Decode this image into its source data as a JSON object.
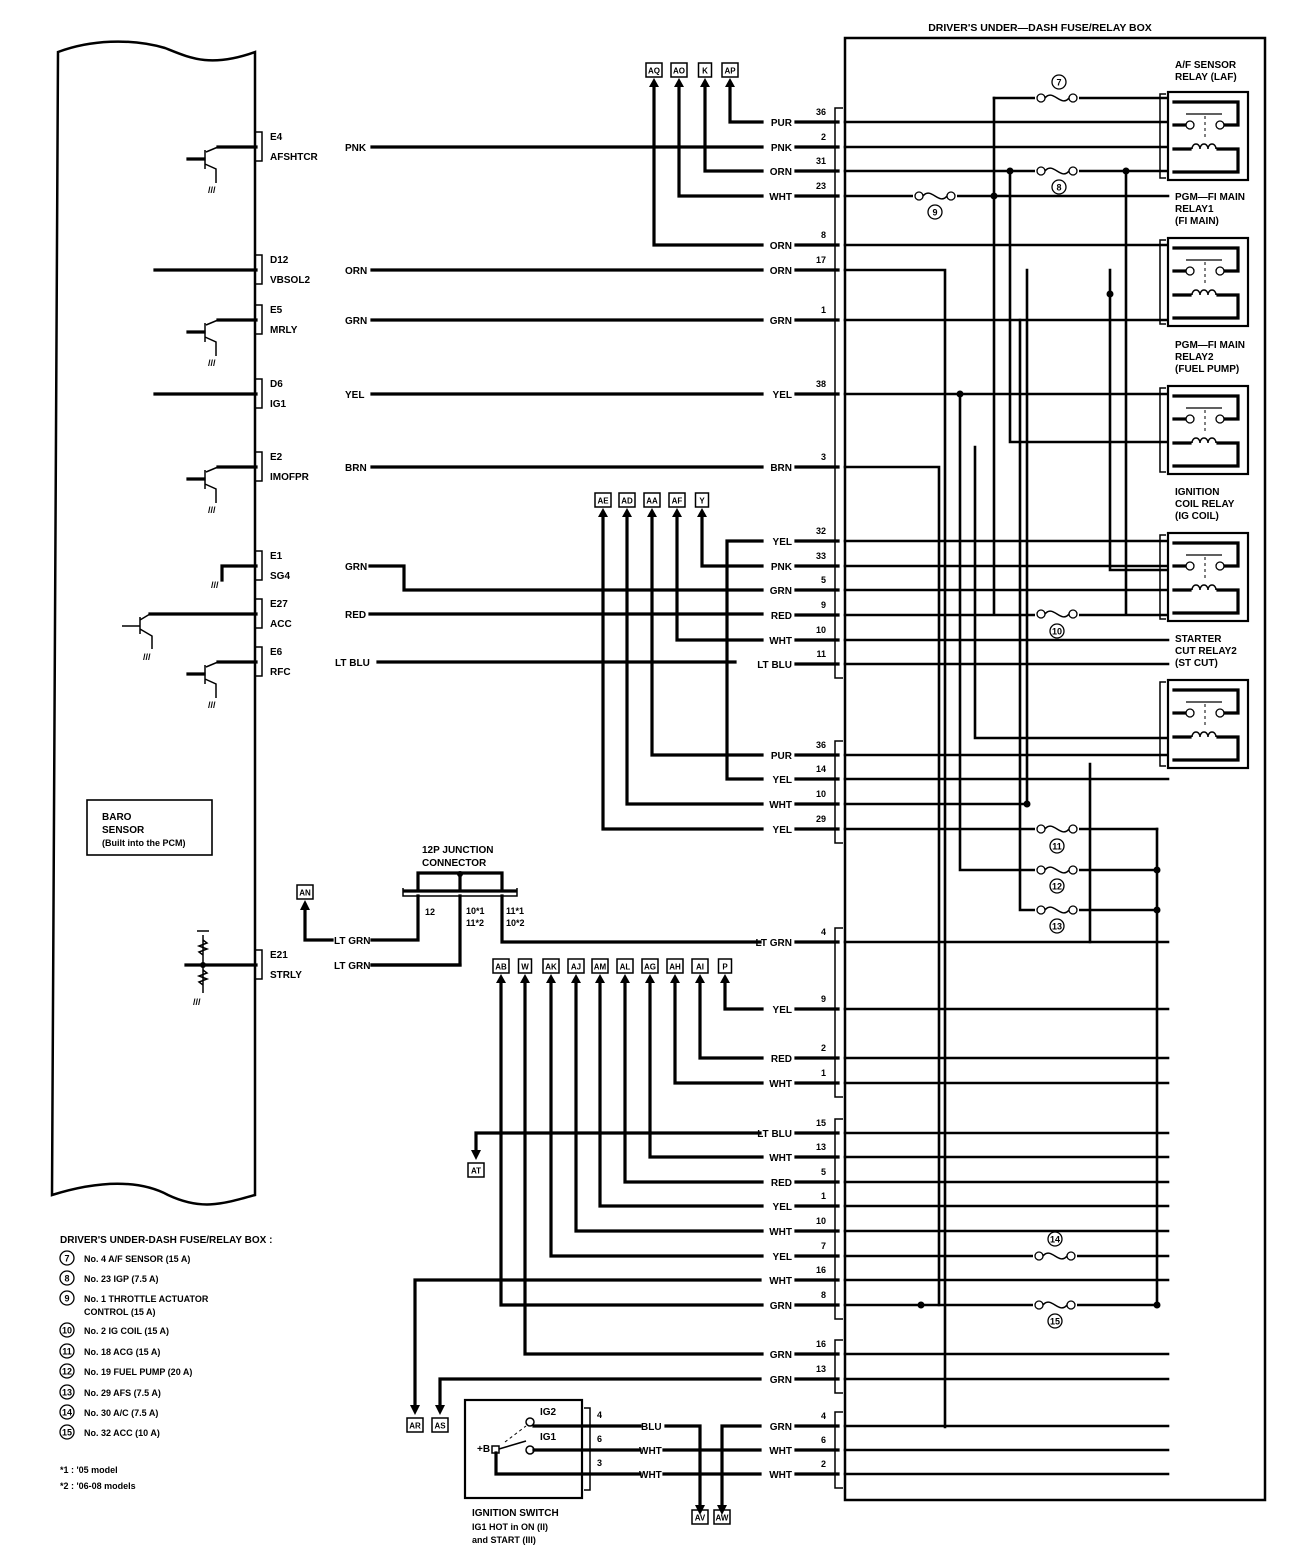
{
  "fuse_box": {
    "title": "DRIVER'S UNDER—DASH FUSE/RELAY BOX"
  },
  "relays": [
    {
      "name": "A/F SENSOR",
      "line2": "RELAY (LAF)",
      "line3": ""
    },
    {
      "name": "PGM—FI MAIN",
      "line2": "RELAY1",
      "line3": "(FI MAIN)"
    },
    {
      "name": "PGM—FI MAIN",
      "line2": "RELAY2",
      "line3": "(FUEL PUMP)"
    },
    {
      "name": "IGNITION",
      "line2": "COIL RELAY",
      "line3": "(IG COIL)"
    },
    {
      "name": "STARTER",
      "line2": "CUT RELAY2",
      "line3": "(ST CUT)"
    }
  ],
  "pcm_pins": [
    {
      "pin": "E4",
      "name": "AFSHTCR",
      "color": "PNK"
    },
    {
      "pin": "D12",
      "name": "VBSOL2",
      "color": "ORN"
    },
    {
      "pin": "E5",
      "name": "MRLY",
      "color": "GRN"
    },
    {
      "pin": "D6",
      "name": "IG1",
      "color": "YEL"
    },
    {
      "pin": "E2",
      "name": "IMOFPR",
      "color": "BRN"
    },
    {
      "pin": "E1",
      "name": "SG4",
      "color": "GRN"
    },
    {
      "pin": "E27",
      "name": "ACC",
      "color": "RED"
    },
    {
      "pin": "E6",
      "name": "RFC",
      "color": "LT BLU"
    },
    {
      "pin": "E21",
      "name": "STRLY",
      "color": "LT GRN"
    }
  ],
  "baro": {
    "l1": "BARO",
    "l2": "SENSOR",
    "l3": "(Built into the PCM)"
  },
  "top_refs": [
    "AQ",
    "AO",
    "K",
    "AP"
  ],
  "mid_refs": [
    "AE",
    "AD",
    "AA",
    "AF",
    "Y"
  ],
  "low_refs": [
    "AB",
    "W",
    "AK",
    "AJ",
    "AM",
    "AL",
    "AG",
    "AH",
    "AI",
    "P"
  ],
  "misc_refs": {
    "an": "AN",
    "at": "AT",
    "ar": "AR",
    "as": "AS",
    "av": "AV",
    "aw": "AW"
  },
  "connector_group1": [
    {
      "num": "36",
      "color": "PUR"
    },
    {
      "num": "2",
      "color": "PNK"
    },
    {
      "num": "31",
      "color": "ORN"
    },
    {
      "num": "23",
      "color": "WHT"
    },
    {
      "num": "8",
      "color": "ORN"
    },
    {
      "num": "17",
      "color": "ORN"
    },
    {
      "num": "1",
      "color": "GRN"
    },
    {
      "num": "38",
      "color": "YEL"
    },
    {
      "num": "3",
      "color": "BRN"
    },
    {
      "num": "32",
      "color": "YEL"
    },
    {
      "num": "33",
      "color": "PNK"
    },
    {
      "num": "5",
      "color": "GRN"
    },
    {
      "num": "9",
      "color": "RED"
    },
    {
      "num": "10",
      "color": "WHT"
    },
    {
      "num": "11",
      "color": "LT BLU"
    }
  ],
  "connector_group2": [
    {
      "num": "36",
      "color": "PUR"
    },
    {
      "num": "14",
      "color": "YEL"
    },
    {
      "num": "10",
      "color": "WHT"
    },
    {
      "num": "29",
      "color": "YEL"
    }
  ],
  "connector_group3": [
    {
      "num": "4",
      "color": "LT GRN"
    },
    {
      "num": "9",
      "color": "YEL"
    },
    {
      "num": "2",
      "color": "RED"
    },
    {
      "num": "1",
      "color": "WHT"
    }
  ],
  "connector_group4": [
    {
      "num": "15",
      "color": "LT BLU"
    },
    {
      "num": "13",
      "color": "WHT"
    },
    {
      "num": "5",
      "color": "RED"
    },
    {
      "num": "1",
      "color": "YEL"
    },
    {
      "num": "10",
      "color": "WHT"
    },
    {
      "num": "7",
      "color": "YEL"
    },
    {
      "num": "16",
      "color": "WHT"
    },
    {
      "num": "8",
      "color": "GRN"
    }
  ],
  "connector_group5": [
    {
      "num": "16",
      "color": "GRN"
    },
    {
      "num": "13",
      "color": "GRN"
    }
  ],
  "connector_group6": [
    {
      "num": "4",
      "color": "GRN"
    },
    {
      "num": "6",
      "color": "WHT"
    },
    {
      "num": "2",
      "color": "WHT"
    }
  ],
  "junction": {
    "title1": "12P JUNCTION",
    "title2": "CONNECTOR",
    "pin_a": "12",
    "pin_b1": "10*1",
    "pin_b2": "11*2",
    "pin_c1": "11*1",
    "pin_c2": "10*2",
    "wire_an": "LT GRN",
    "wire_e21": "LT GRN"
  },
  "ignition_switch": {
    "title": "IGNITION SWITCH",
    "note1": "IG1 HOT in ON (II)",
    "note2": "and START (III)",
    "ig2": "IG2",
    "ig1": "IG1",
    "plusb": "+B",
    "pins": [
      {
        "num": "4",
        "color": "BLU"
      },
      {
        "num": "6",
        "color": "WHT"
      },
      {
        "num": "3",
        "color": "WHT"
      }
    ]
  },
  "fuses": [
    {
      "num": "7"
    },
    {
      "num": "8"
    },
    {
      "num": "9"
    },
    {
      "num": "10"
    },
    {
      "num": "11"
    },
    {
      "num": "12"
    },
    {
      "num": "13"
    },
    {
      "num": "14"
    },
    {
      "num": "15"
    }
  ],
  "legend": {
    "title": "DRIVER'S UNDER-DASH FUSE/RELAY BOX :",
    "items": [
      {
        "num": "7",
        "text": "No. 4 A/F SENSOR (15 A)"
      },
      {
        "num": "8",
        "text": "No. 23 IGP (7.5 A)"
      },
      {
        "num": "9",
        "text": "No. 1 THROTTLE ACTUATOR",
        "text2": "CONTROL (15 A)"
      },
      {
        "num": "10",
        "text": "No. 2 IG COIL (15 A)"
      },
      {
        "num": "11",
        "text": "No. 18 ACG (15 A)"
      },
      {
        "num": "12",
        "text": "No. 19 FUEL PUMP (20 A)"
      },
      {
        "num": "13",
        "text": "No. 29 AFS (7.5 A)"
      },
      {
        "num": "14",
        "text": "No. 30 A/C (7.5 A)"
      },
      {
        "num": "15",
        "text": "No. 32 ACC (10 A)"
      }
    ],
    "note1": "*1 : '05 model",
    "note2": "*2 : '06-08 models"
  }
}
